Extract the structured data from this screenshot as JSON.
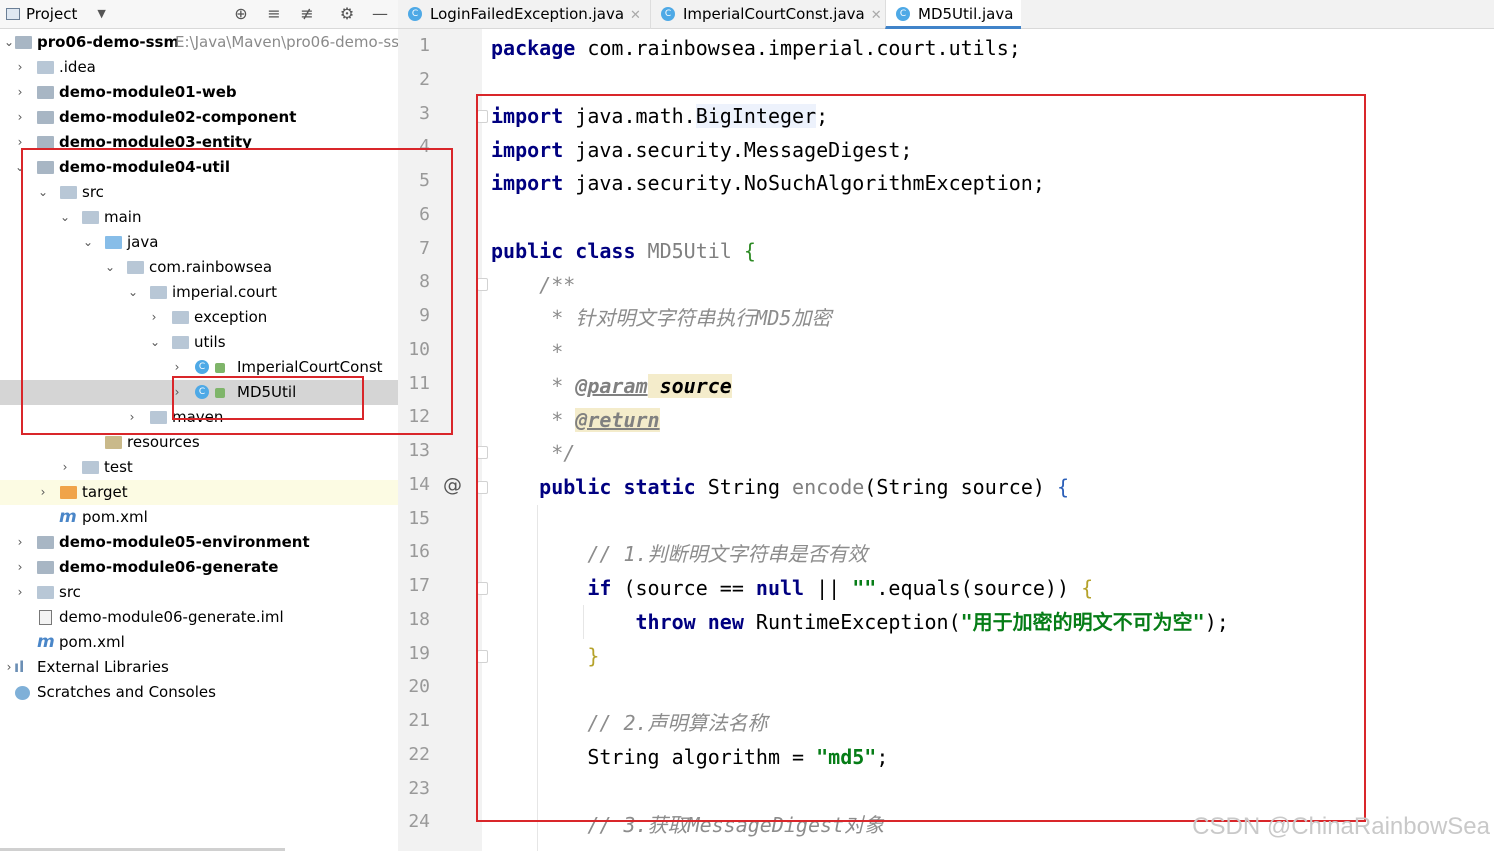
{
  "project": {
    "title": "Project",
    "tree": [
      {
        "label": "pro06-demo-ssm",
        "extra": "E:\\Java\\Maven\\pro06-demo-ss",
        "bold": true
      },
      {
        "label": ".idea"
      },
      {
        "label": "demo-module01-web",
        "bold": true
      },
      {
        "label": "demo-module02-component",
        "bold": true
      },
      {
        "label": "demo-module03-entity",
        "bold": true
      },
      {
        "label": "demo-module04-util",
        "bold": true
      },
      {
        "label": "src"
      },
      {
        "label": "main"
      },
      {
        "label": "java"
      },
      {
        "label": "com.rainbowsea"
      },
      {
        "label": "imperial.court"
      },
      {
        "label": "exception"
      },
      {
        "label": "utils"
      },
      {
        "label": "ImperialCourtConst"
      },
      {
        "label": "MD5Util"
      },
      {
        "label": "maven"
      },
      {
        "label": "resources"
      },
      {
        "label": "test"
      },
      {
        "label": "target"
      },
      {
        "label": "pom.xml"
      },
      {
        "label": "demo-module05-environment",
        "bold": true
      },
      {
        "label": "demo-module06-generate",
        "bold": true
      },
      {
        "label": "src"
      },
      {
        "label": "demo-module06-generate.iml"
      },
      {
        "label": "pom.xml"
      },
      {
        "label": "External Libraries"
      },
      {
        "label": "Scratches and Consoles"
      }
    ]
  },
  "tabs": [
    {
      "label": "LoginFailedException.java"
    },
    {
      "label": "ImperialCourtConst.java"
    },
    {
      "label": "MD5Util.java"
    }
  ],
  "code": {
    "line_numbers": [
      "1",
      "2",
      "3",
      "4",
      "5",
      "6",
      "7",
      "8",
      "9",
      "10",
      "11",
      "12",
      "13",
      "14",
      "15",
      "16",
      "17",
      "18",
      "19",
      "20",
      "21",
      "22",
      "23",
      "24"
    ],
    "gutter_marker": "@",
    "t": {
      "l1a": "package",
      "l1b": " com.rainbowsea.imperial.court.utils;",
      "l3a": "import",
      "l3b": " java.math.",
      "l3c": "BigInteger",
      "l3d": ";",
      "l4a": "import",
      "l4b": " java.security.MessageDigest;",
      "l5a": "import",
      "l5b": " java.security.NoSuchAlgorithmException;",
      "l7a": "public class",
      "l7b": " MD5Util ",
      "l7c": "{",
      "l8": "    /**",
      "l9": "     * 针对明文字符串执行MD5加密",
      "l10": "     *",
      "l11a": "     * ",
      "l11b": "@param",
      "l11c": " source",
      "l12a": "     * ",
      "l12b": "@return",
      "l13": "     */",
      "l14a": "    public static",
      "l14b": " String ",
      "l14c": "encode",
      "l14d": "(String source) ",
      "l14e": "{",
      "l16": "        // 1.判断明文字符串是否有效",
      "l17a": "        if",
      "l17b": " (source == ",
      "l17c": "null",
      "l17d": " || ",
      "l17e": "\"\"",
      "l17f": ".equals(source)) ",
      "l17g": "{",
      "l18a": "            throw new",
      "l18b": " RuntimeException(",
      "l18c": "\"用于加密的明文不可为空\"",
      "l18d": ");",
      "l19": "        }",
      "l21": "        // 2.声明算法名称",
      "l22a": "        String algorithm = ",
      "l22b": "\"md5\"",
      "l22c": ";",
      "l24": "        // 3.获取MessageDigest对象"
    }
  },
  "watermark": "CSDN @ChinaRainbowSea"
}
